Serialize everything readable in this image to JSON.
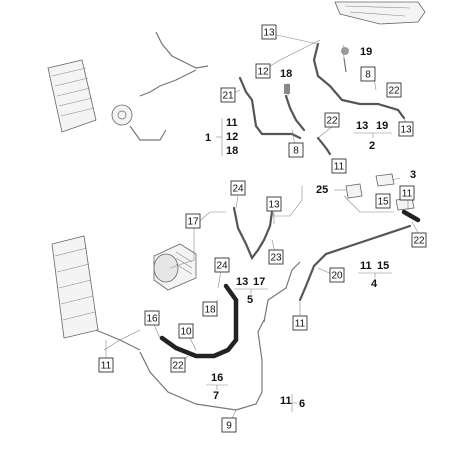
{
  "callouts": {
    "c13a": "13",
    "c19": "19",
    "c12": "12",
    "c18": "18",
    "c8a": "8",
    "c21": "21",
    "c22a": "22",
    "c8b": "8",
    "c22b": "22",
    "c13b": "13",
    "c11a": "11",
    "c3": "3",
    "c25": "25",
    "c15": "15",
    "c11b": "11",
    "c22c": "22",
    "c24a": "24",
    "c13c": "13",
    "c17": "17",
    "c23": "23",
    "c24b": "24",
    "c18b": "18",
    "c20": "20",
    "c11c": "11",
    "c16": "16",
    "c10": "10",
    "c22d": "22",
    "c11d": "11",
    "c9": "9"
  },
  "groups": {
    "g1_a": "11",
    "g1_b": "12",
    "g1_c": "18",
    "g1_num": "1",
    "g2_a": "13",
    "g2_b": "19",
    "g2_num": "2",
    "g4_a": "11",
    "g4_b": "15",
    "g4_num": "4",
    "g5_a": "13",
    "g5_b": "17",
    "g5_num": "5",
    "g7_a": "16",
    "g7_num": "7",
    "g6_a": "11",
    "g6_num": "6"
  }
}
